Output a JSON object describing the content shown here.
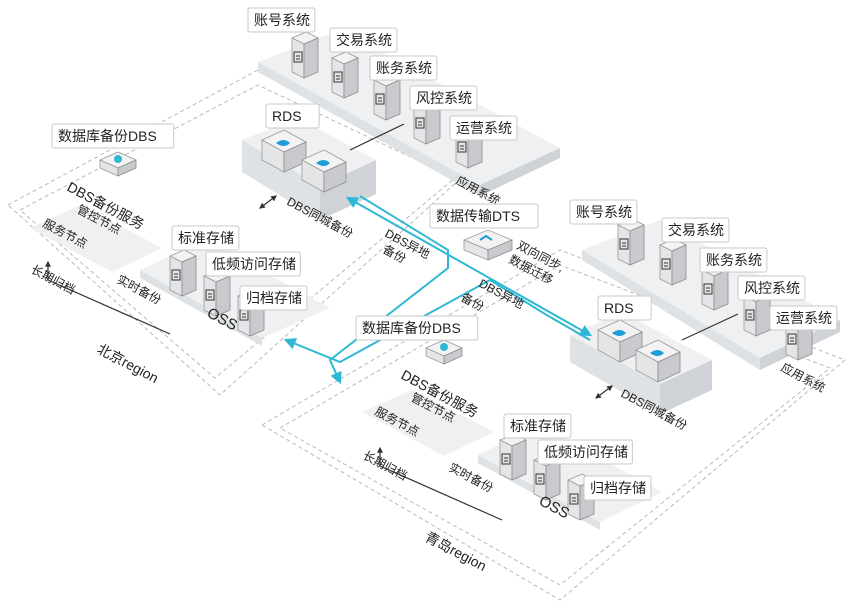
{
  "app_systems_top": [
    "账号系统",
    "交易系统",
    "账务系统",
    "风控系统",
    "运营系统"
  ],
  "app_systems_right": [
    "账号系统",
    "交易系统",
    "账务系统",
    "风控系统",
    "运营系统"
  ],
  "app_platform_label": "应用系统",
  "beijing": {
    "rds": "RDS",
    "dbs": "数据库备份DBS",
    "dbs_service": "DBS备份服务",
    "mgmt_node": "管控节点",
    "svc_node": "服务节点",
    "storage_standard": "标准存储",
    "storage_ia": "低频访问存储",
    "storage_archive": "归档存储",
    "oss": "OSS",
    "long_term": "长期归档",
    "realtime": "实时备份",
    "same_city": "DBS同城备份",
    "region": "北京region"
  },
  "qingdao": {
    "rds": "RDS",
    "dbs": "数据库备份DBS",
    "dbs_service": "DBS备份服务",
    "mgmt_node": "管控节点",
    "svc_node": "服务节点",
    "storage_standard": "标准存储",
    "storage_ia": "低频访问存储",
    "storage_archive": "归档存储",
    "oss": "OSS",
    "long_term": "长期归档",
    "realtime": "实时备份",
    "same_city": "DBS同城备份",
    "region": "青岛region"
  },
  "dts": "数据传输DTS",
  "dts_note_1": "双向同步,",
  "dts_note_2": "数据迁移",
  "remote_backup_1": "DBS异地",
  "remote_backup_2": "备份",
  "colors": {
    "accent": "#2fb8d4",
    "node": "#1e9ed6"
  },
  "icons": [
    "user-icon",
    "shield-icon",
    "gear-icon",
    "document-icon",
    "database-icon",
    "cloud-transfer-icon"
  ]
}
